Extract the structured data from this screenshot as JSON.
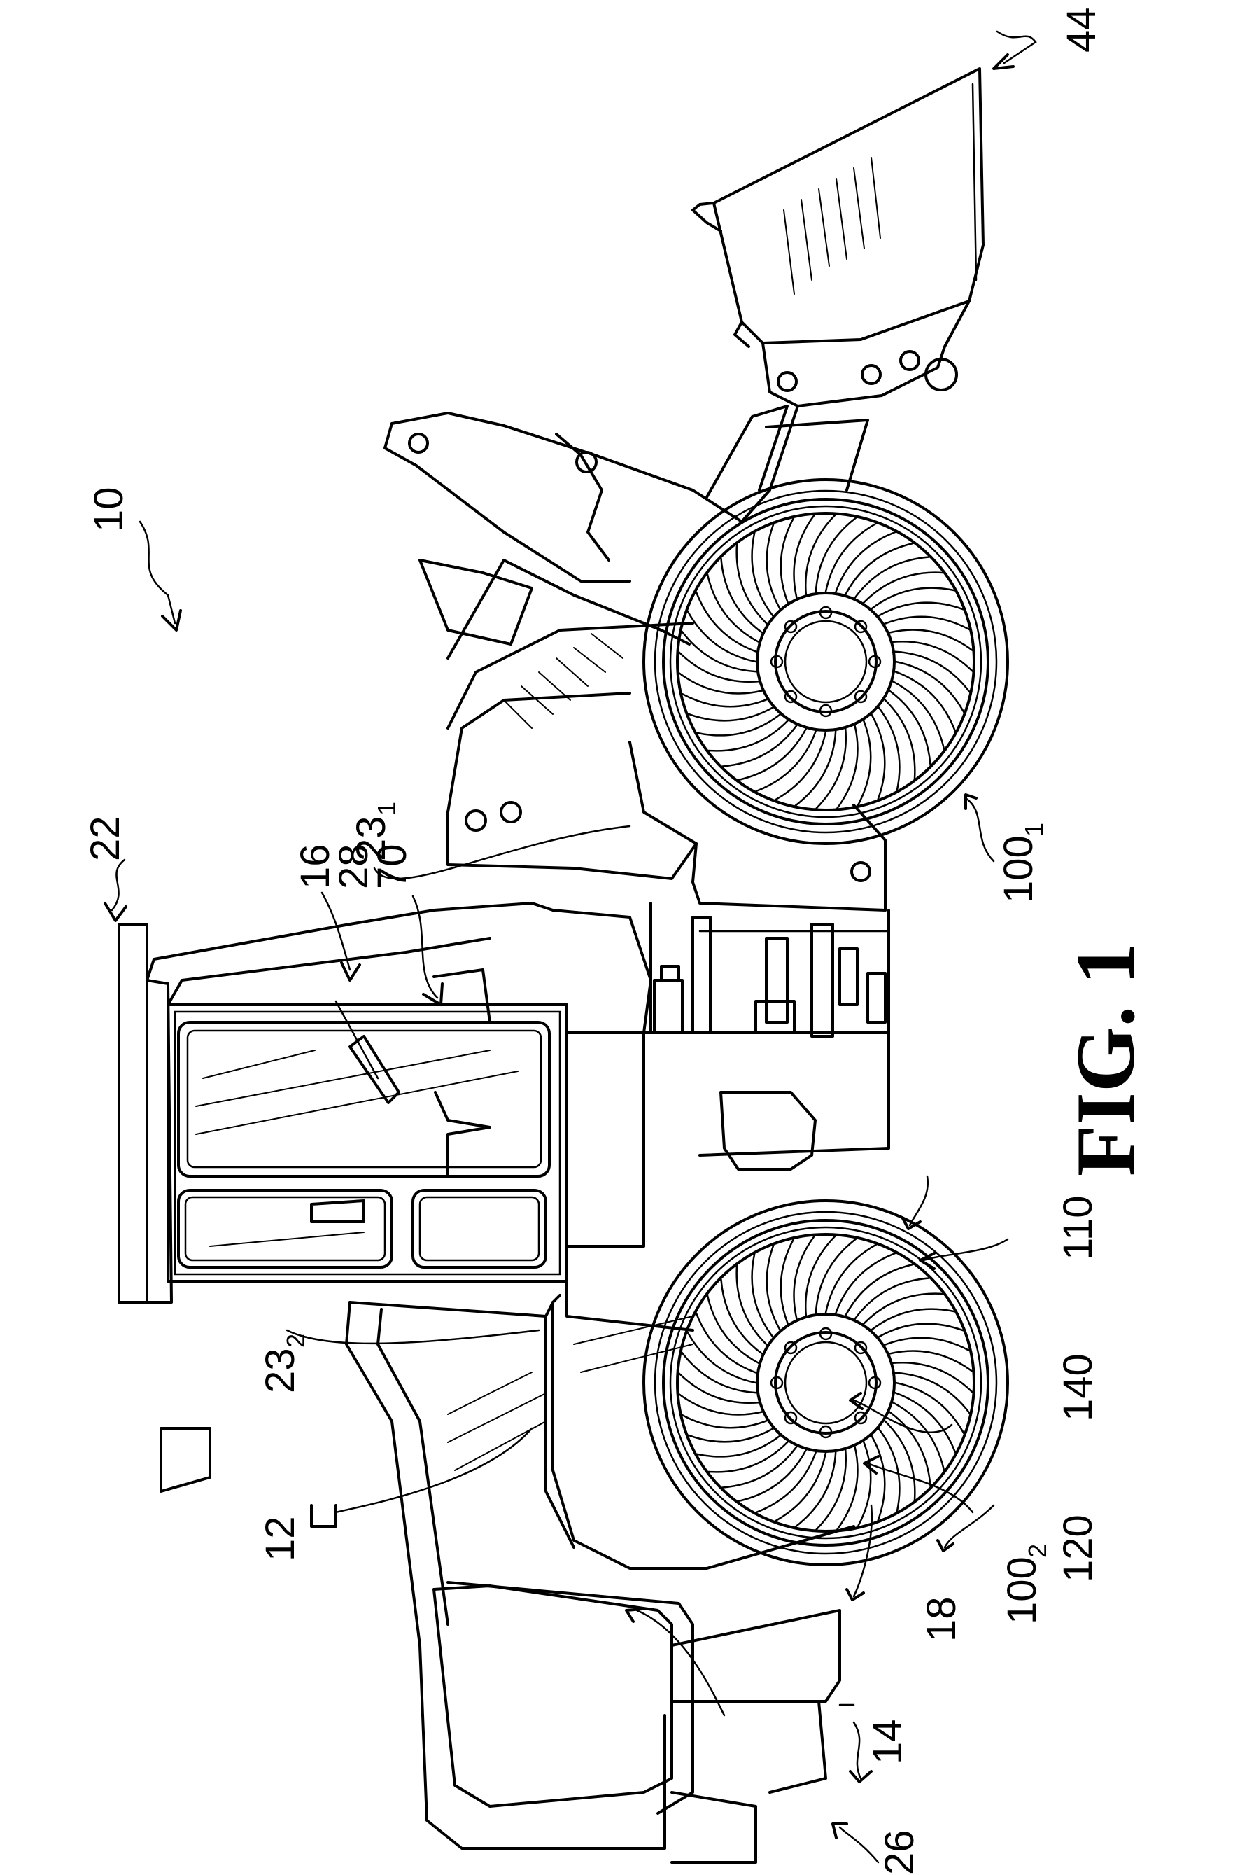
{
  "figure_caption": "FIG. 1",
  "reference_labels": [
    {
      "id": "ref-10",
      "text": "10",
      "subscript": ""
    },
    {
      "id": "ref-44",
      "text": "44",
      "subscript": ""
    },
    {
      "id": "ref-22",
      "text": "22",
      "subscript": ""
    },
    {
      "id": "ref-16",
      "text": "16",
      "subscript": ""
    },
    {
      "id": "ref-28",
      "text": "28",
      "subscript": ""
    },
    {
      "id": "ref-70",
      "text": "70",
      "subscript": ""
    },
    {
      "id": "ref-23-1",
      "text": "23",
      "subscript": "1"
    },
    {
      "id": "ref-23-2",
      "text": "23",
      "subscript": "2"
    },
    {
      "id": "ref-12",
      "text": "12",
      "subscript": ""
    },
    {
      "id": "ref-18",
      "text": "18",
      "subscript": ""
    },
    {
      "id": "ref-14",
      "text": "14",
      "subscript": ""
    },
    {
      "id": "ref-26",
      "text": "26",
      "subscript": ""
    },
    {
      "id": "ref-100-1",
      "text": "100",
      "subscript": "1"
    },
    {
      "id": "ref-100-2",
      "text": "100",
      "subscript": "2"
    },
    {
      "id": "ref-110",
      "text": "110",
      "subscript": ""
    },
    {
      "id": "ref-140",
      "text": "140",
      "subscript": ""
    },
    {
      "id": "ref-120",
      "text": "120",
      "subscript": ""
    }
  ]
}
